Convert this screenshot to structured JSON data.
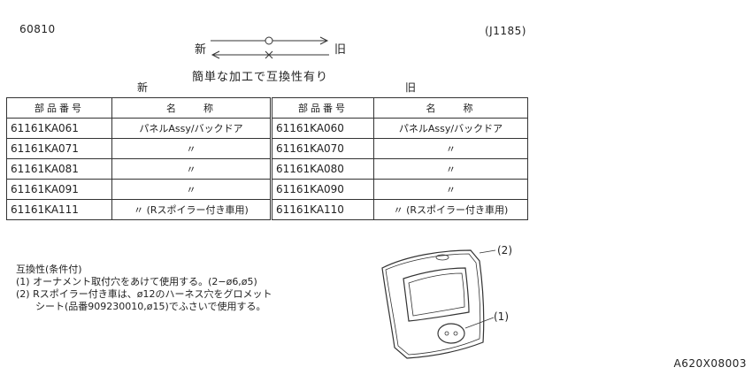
{
  "header": {
    "doc_number": "60810",
    "ref_code": "(J1185)",
    "footer_code": "A620X08003"
  },
  "legend": {
    "new_label": "新",
    "old_label": "旧",
    "note": "簡単な加工で互換性有り"
  },
  "groups": {
    "new": "新",
    "old": "旧"
  },
  "table": {
    "headers": [
      "部品番号",
      "名　　称",
      "部品番号",
      "名　　称"
    ],
    "rows": [
      [
        "61161KA061",
        "パネルAssy/バックドア",
        "61161KA060",
        "パネルAssy/バックドア"
      ],
      [
        "61161KA071",
        "〃",
        "61161KA070",
        "〃"
      ],
      [
        "61161KA081",
        "〃",
        "61161KA080",
        "〃"
      ],
      [
        "61161KA091",
        "〃",
        "61161KA090",
        "〃"
      ],
      [
        "61161KA111",
        "〃 (Rスポイラー付き車用)",
        "61161KA110",
        "〃 (Rスポイラー付き車用)"
      ]
    ]
  },
  "notes": {
    "title": "互換性(条件付)",
    "line1": "(1) オーナメント取付穴をあけて使用する。(2−ø6,ø5)",
    "line2": "(2) Rスポイラー付き車は、ø12のハーネス穴をグロメット",
    "line3": "　　シート(品番909230010,ø15)でふさいで使用する。"
  },
  "callouts": {
    "c1": "(1)",
    "c2": "(2)"
  },
  "icons": {
    "illustration": "back-door-panel-icon"
  }
}
